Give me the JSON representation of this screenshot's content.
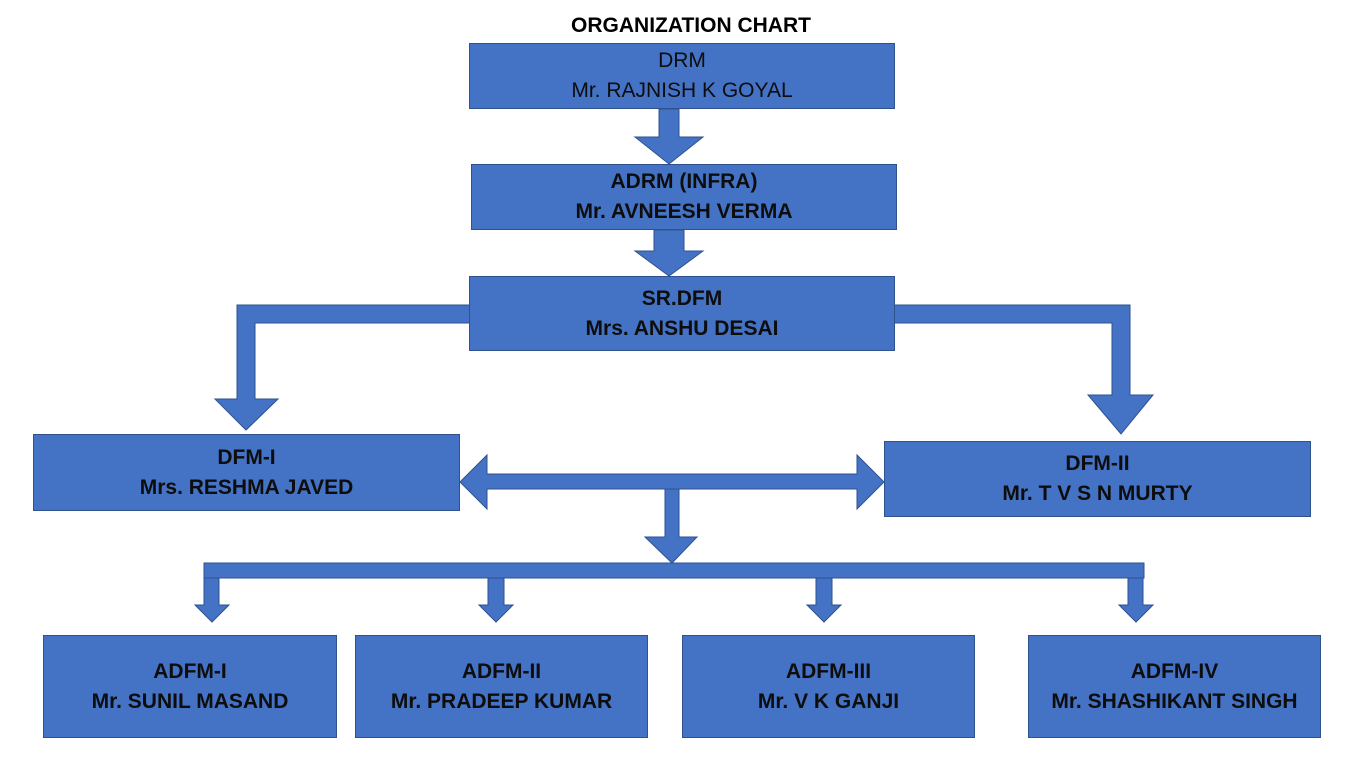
{
  "title": "ORGANIZATION CHART",
  "colors": {
    "box_fill": "#4472c4",
    "box_border": "#2f528f",
    "connector": "#4472c4",
    "text": "#0d0d0d"
  },
  "nodes": {
    "drm": {
      "role": "DRM",
      "name": "Mr. RAJNISH K GOYAL"
    },
    "adrm": {
      "role": "ADRM (INFRA)",
      "name": "Mr. AVNEESH VERMA"
    },
    "srdfm": {
      "role": "SR.DFM",
      "name": "Mrs. ANSHU DESAI"
    },
    "dfm1": {
      "role": "DFM-I",
      "name": "Mrs. RESHMA JAVED"
    },
    "dfm2": {
      "role": "DFM-II",
      "name": "Mr. T V S N MURTY"
    },
    "adfm1": {
      "role": "ADFM-I",
      "name": "Mr. SUNIL MASAND"
    },
    "adfm2": {
      "role": "ADFM-II",
      "name": "Mr. PRADEEP KUMAR"
    },
    "adfm3": {
      "role": "ADFM-III",
      "name": "Mr. V K GANJI"
    },
    "adfm4": {
      "role": "ADFM-IV",
      "name": "Mr. SHASHIKANT SINGH"
    }
  }
}
